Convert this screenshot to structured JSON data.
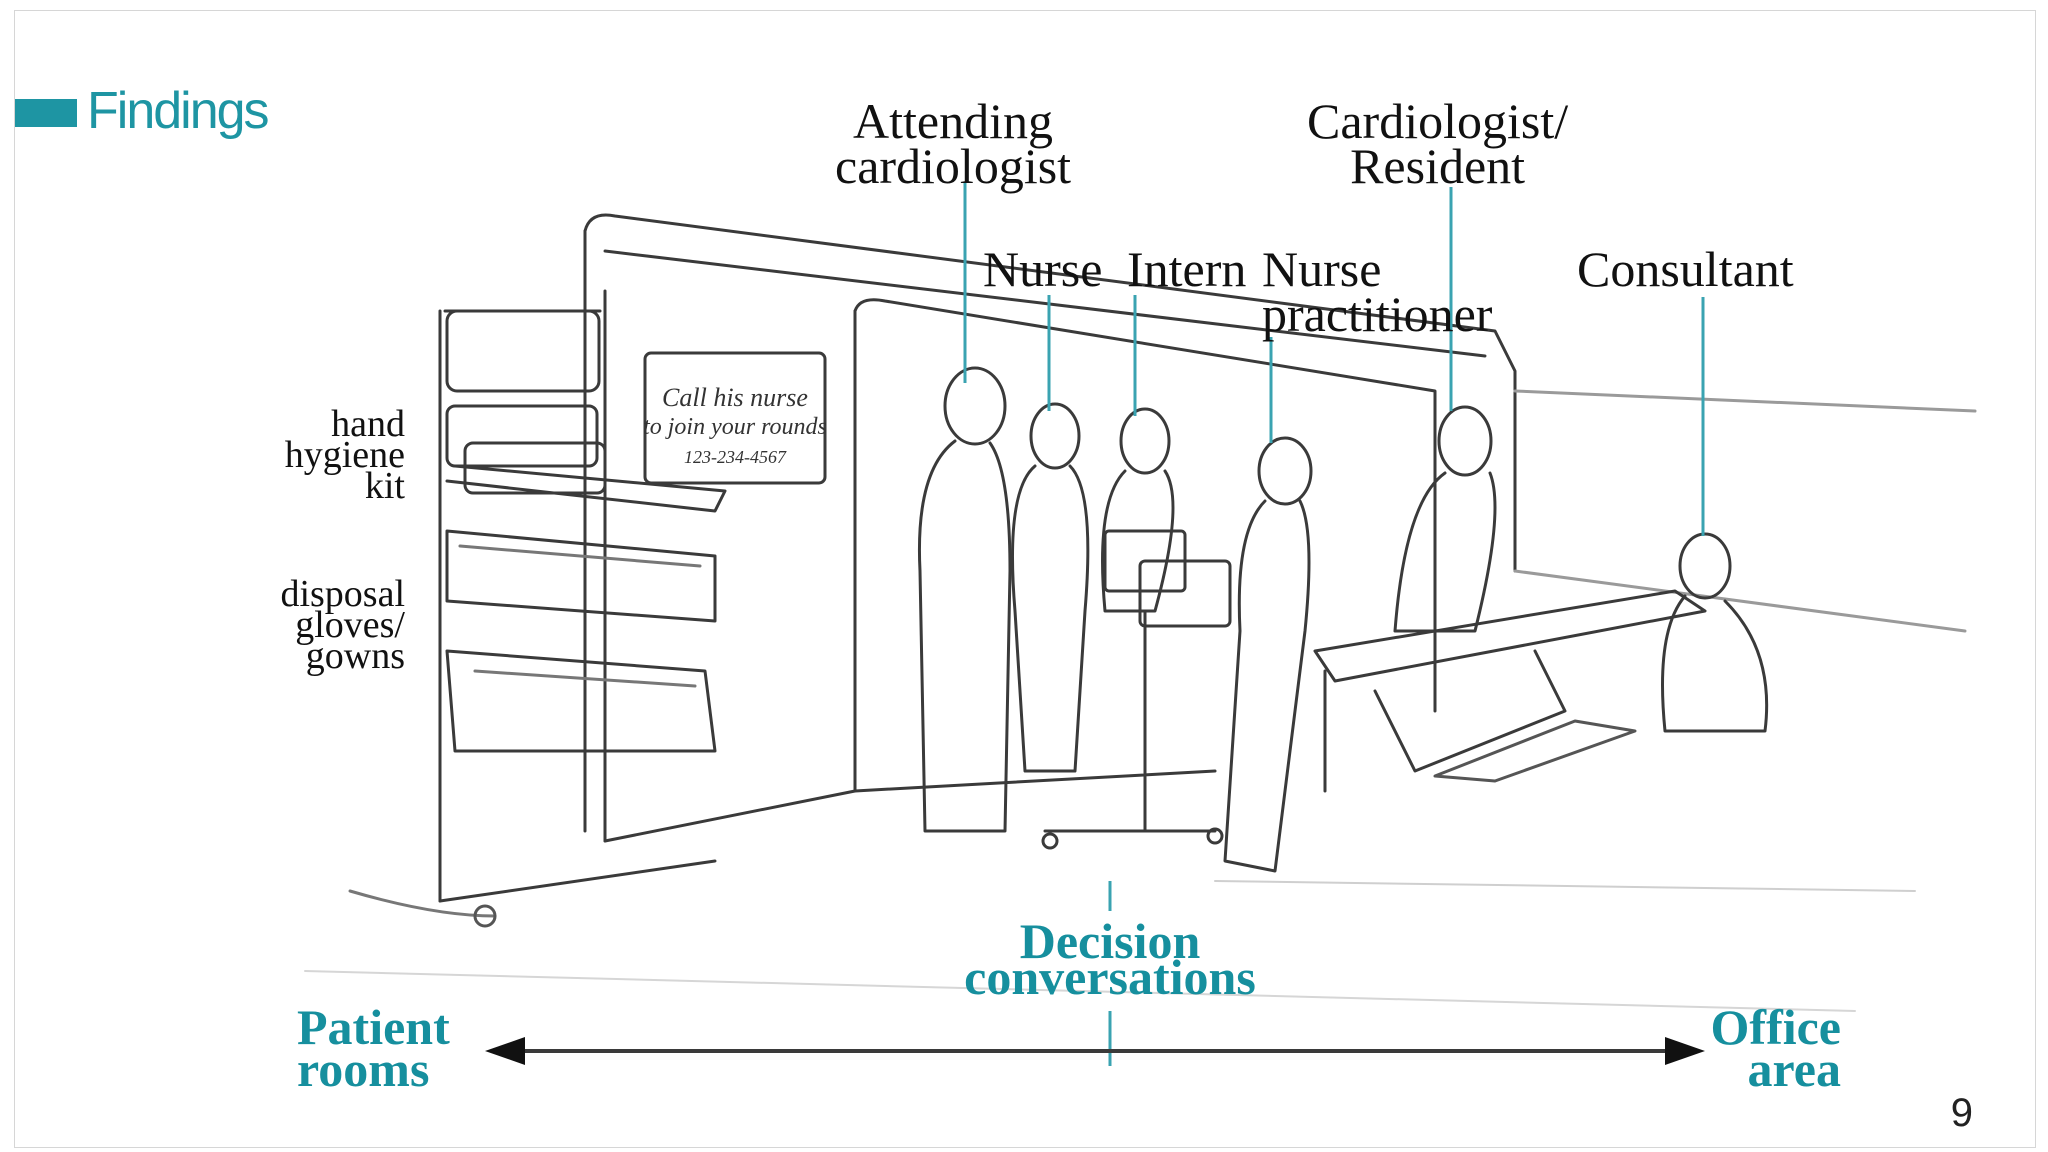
{
  "slide": {
    "title": "Findings",
    "page_number": "9",
    "accent_color": "#1e95a3"
  },
  "roles": {
    "attending": [
      "Attending",
      "cardiologist"
    ],
    "cardiologist_resident": [
      "Cardiologist/",
      "Resident"
    ],
    "nurse": "Nurse",
    "intern": "Intern",
    "nurse_practitioner": [
      "Nurse",
      "practitioner"
    ],
    "consultant": "Consultant"
  },
  "shelf_labels": {
    "hygiene": [
      "hand",
      "hygiene",
      "kit"
    ],
    "gloves": [
      "disposal",
      "gloves/",
      "gowns"
    ]
  },
  "sign_text": [
    "Call his nurse",
    "to join your rounds",
    "123-234-4567"
  ],
  "axis": {
    "left": [
      "Patient",
      "rooms"
    ],
    "right": [
      "Office",
      "area"
    ],
    "center": [
      "Decision",
      "conversations"
    ]
  }
}
